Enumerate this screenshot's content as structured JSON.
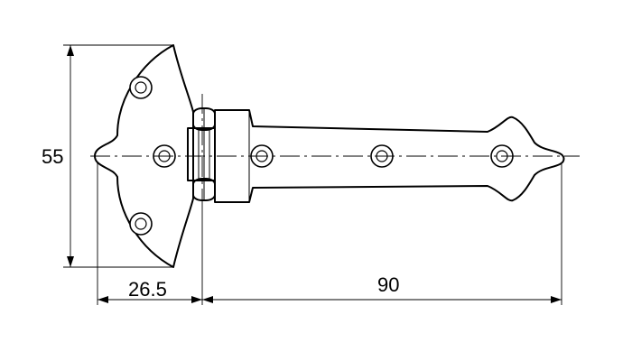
{
  "dimensions": {
    "height": "55",
    "leaf_offset": "26.5",
    "strap_length": "90"
  }
}
